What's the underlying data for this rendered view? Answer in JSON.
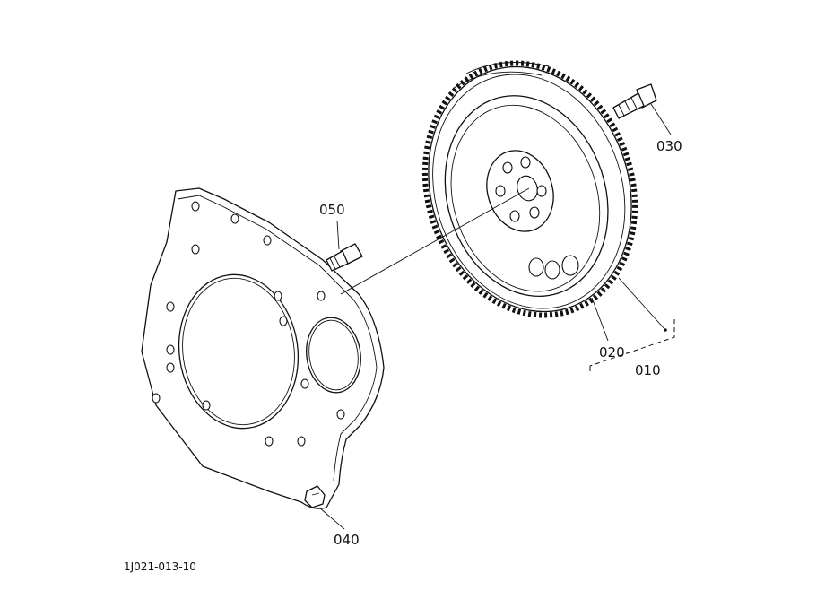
{
  "drawing_id": "1J021-013-10",
  "parts": [
    {
      "id": "part-010",
      "label": "010"
    },
    {
      "id": "part-020",
      "label": "020"
    },
    {
      "id": "part-030",
      "label": "030"
    },
    {
      "id": "part-040",
      "label": "040"
    },
    {
      "id": "part-050",
      "label": "050"
    }
  ],
  "colors": {
    "line": "#111111",
    "background": "#ffffff"
  }
}
